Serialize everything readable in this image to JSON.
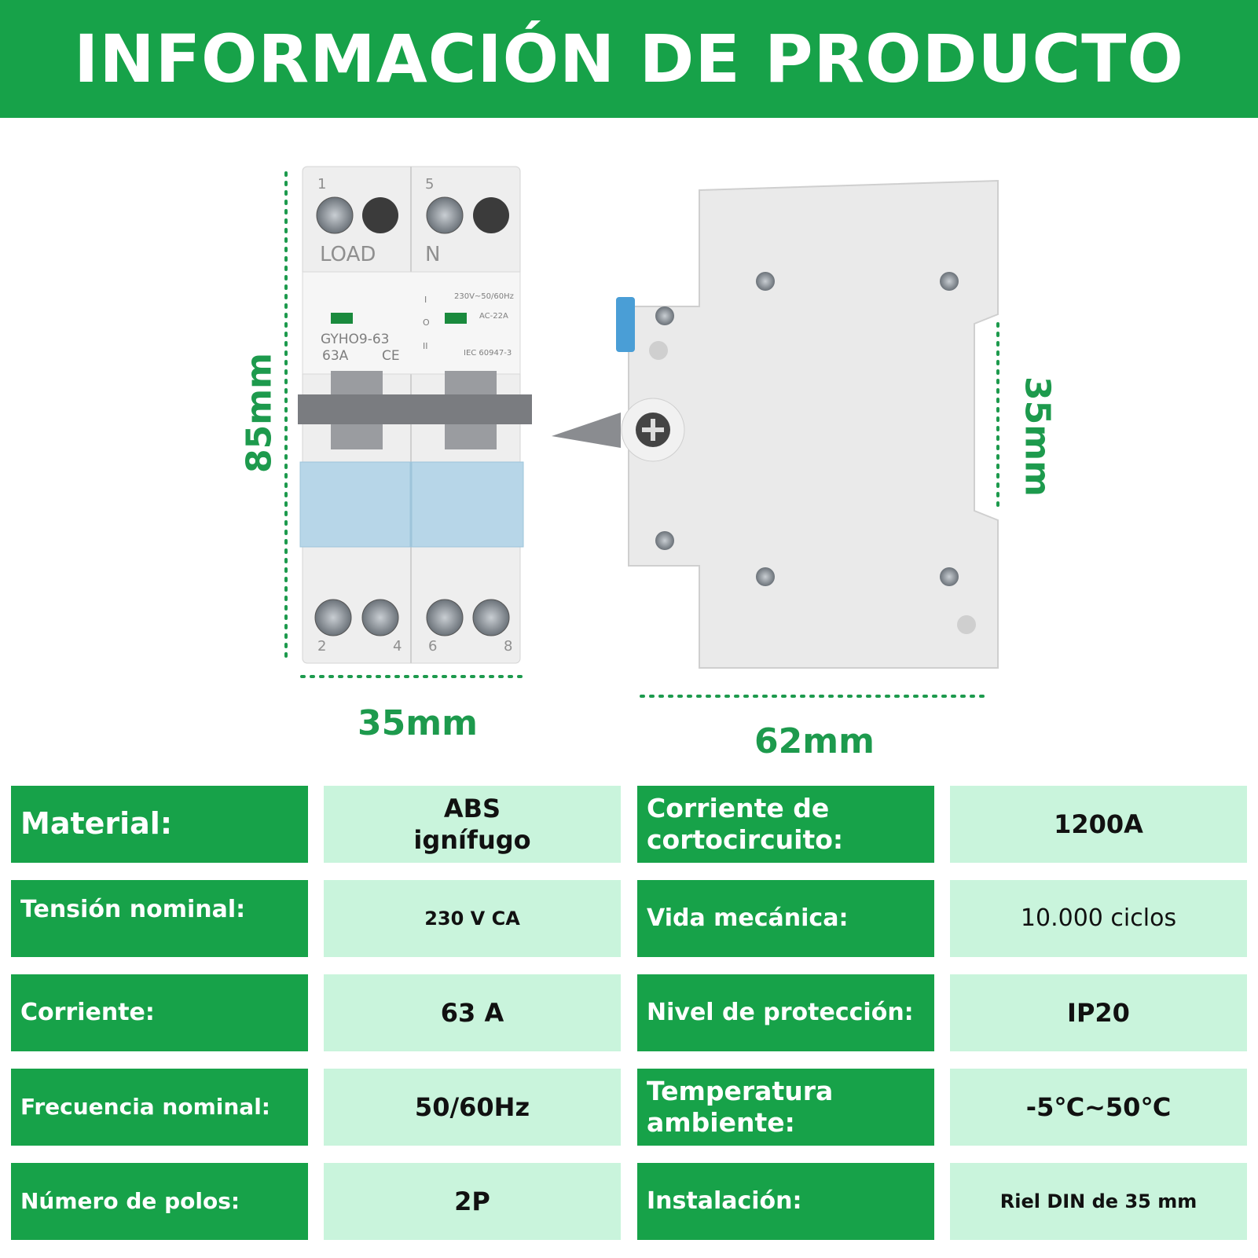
{
  "header": {
    "title": "INFORMACIÓN DE PRODUCTO",
    "background": "#17a249"
  },
  "dimensions": {
    "height_front": "85mm",
    "width_front": "35mm",
    "width_side": "62mm",
    "height_side": "35mm",
    "color": "#1d9a4d"
  },
  "device_front": {
    "top_numbers": [
      "1",
      "5"
    ],
    "top_labels": [
      "LOAD",
      "N"
    ],
    "model": "GYHO9-63",
    "rating": "63A",
    "ce_mark": "CE",
    "spec_voltage": "230V~50/60Hz",
    "spec_category": "AC-22A",
    "spec_standard": "IEC 60947-3",
    "positions": [
      "I",
      "O",
      "II"
    ],
    "bottom_numbers": [
      "2",
      "4",
      "6",
      "8"
    ]
  },
  "specs": {
    "key_color": "#17a249",
    "value_color": "#c9f4dc",
    "rows": [
      {
        "k1": "Material:",
        "v1": "ABS\nignífugo",
        "k2": "Corriente de\ncortocircuito:",
        "v2": "1200A"
      },
      {
        "k1": "Tensión nominal:",
        "v1": "230 V CA",
        "k2": "Vida mecánica:",
        "v2": "10.000 ciclos"
      },
      {
        "k1": "Corriente:",
        "v1": "63 A",
        "k2": "Nivel de protección:",
        "v2": "IP20"
      },
      {
        "k1": "Frecuencia nominal:",
        "v1": "50/60Hz",
        "k2": "Temperatura\nambiente:",
        "v2": "-5℃~50℃"
      },
      {
        "k1": "Número de polos:",
        "v1": "2P",
        "k2": "Instalación:",
        "v2": "Riel DIN de 35 mm"
      }
    ]
  }
}
